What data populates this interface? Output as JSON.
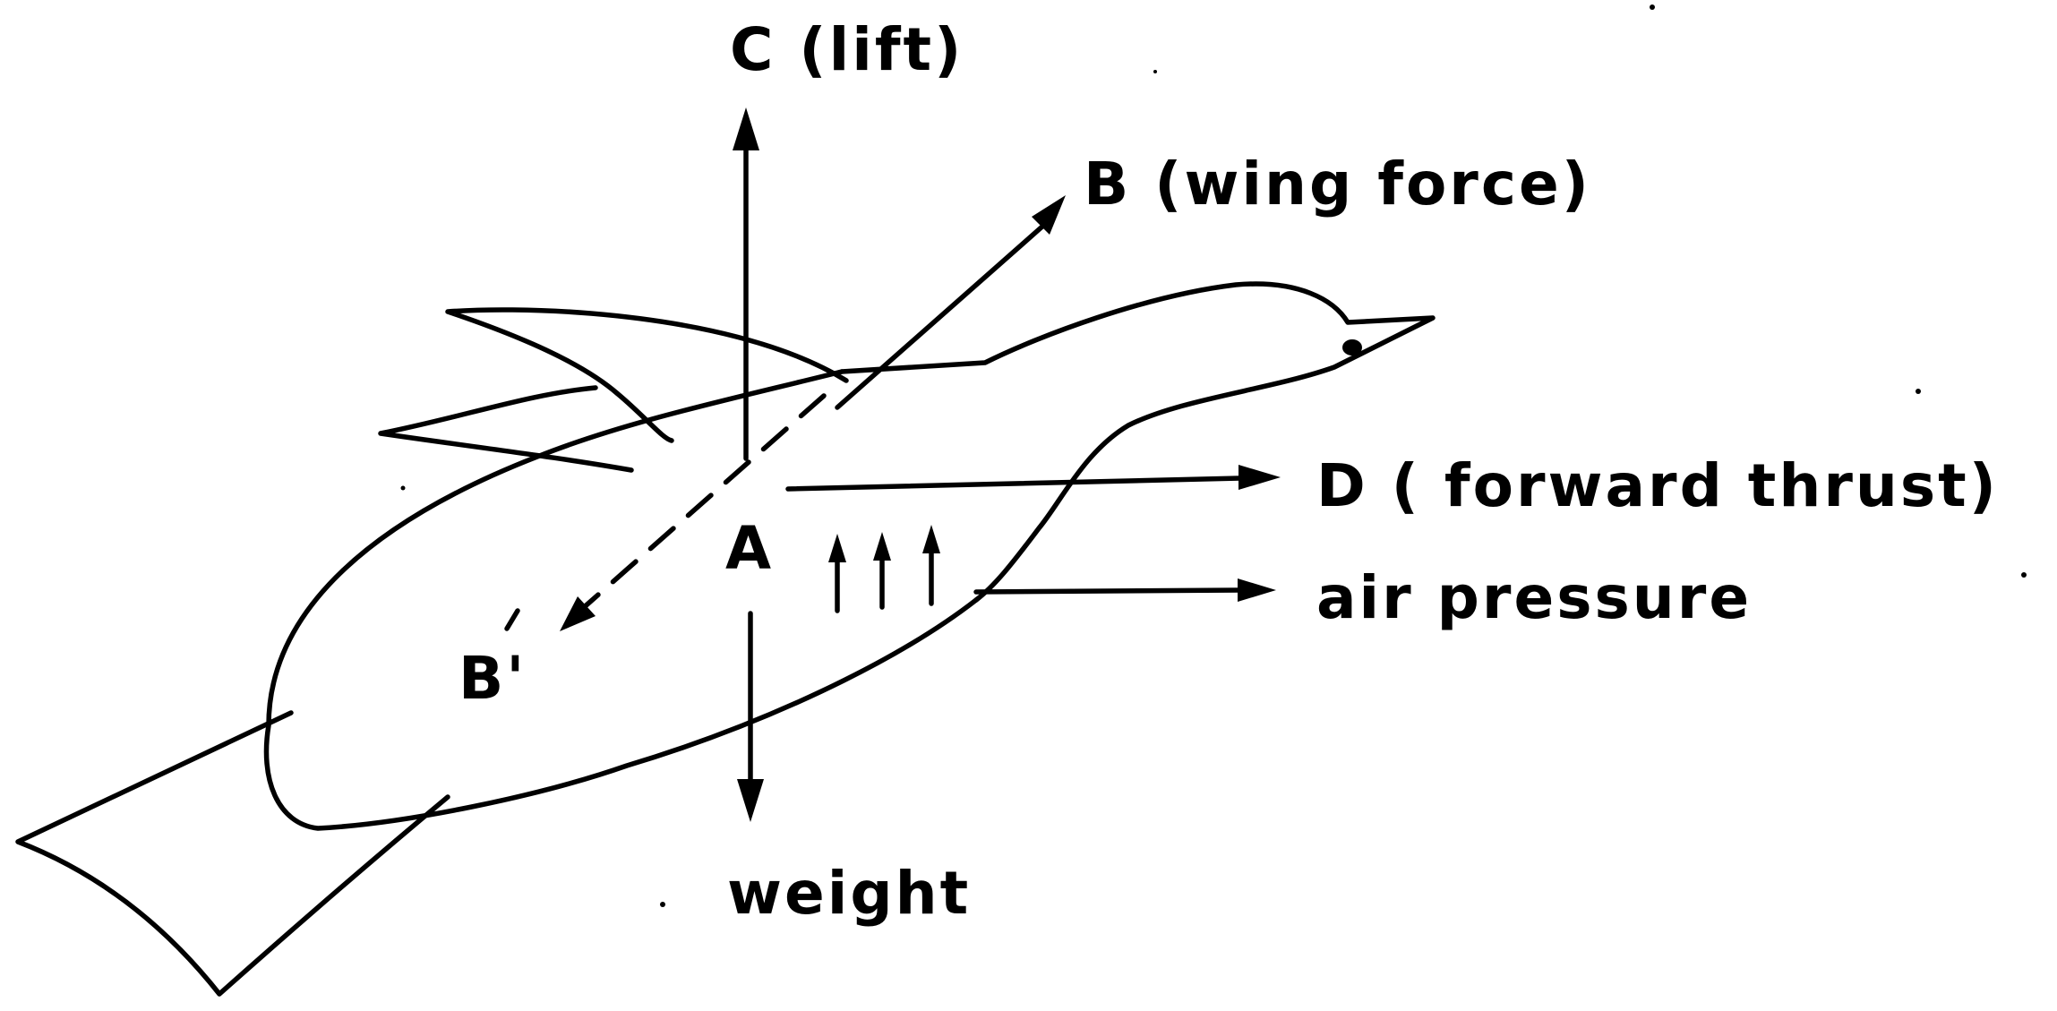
{
  "labels": {
    "lift": "C (lift)",
    "wing_force": "B (wing force)",
    "forward_thrust": "D ( forward thrust)",
    "air_pressure": "air pressure",
    "weight": "weight",
    "point_a": "A",
    "point_b_prime": "B'"
  },
  "colors": {
    "ink": "#000000",
    "background": "#ffffff"
  }
}
